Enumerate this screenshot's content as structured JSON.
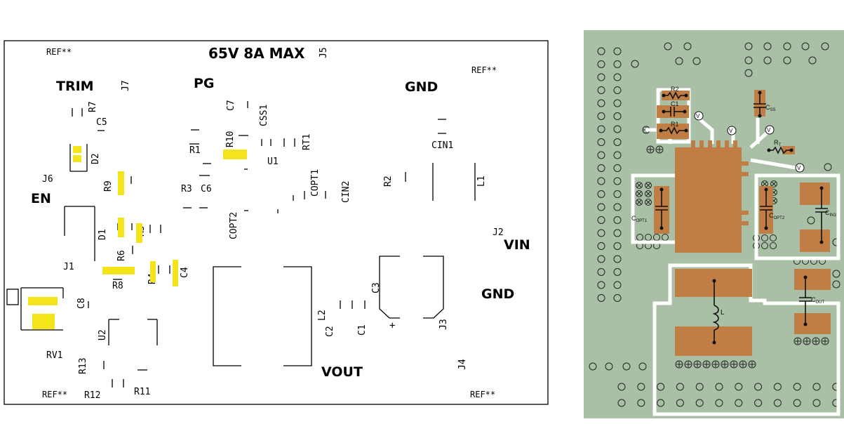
{
  "left_board": {
    "title": "65V 8A MAX",
    "side_labels": {
      "trim": "TRIM",
      "pg": "PG",
      "gnd_top": "GND",
      "en": "EN",
      "vin": "VIN",
      "gnd_right": "GND",
      "vout": "VOUT"
    },
    "refs": {
      "ref_tl": "REF**",
      "ref_tr": "REF**",
      "ref_bl": "REF**",
      "ref_br": "REF**",
      "j5": "J5",
      "j7": "J7",
      "j6": "J6",
      "j1": "J1",
      "j2": "J2",
      "j3": "J3",
      "j4": "J4",
      "r7": "R7",
      "c5": "C5",
      "d2": "D2",
      "r9": "R9",
      "d1": "D1",
      "r5": "R5",
      "r6": "R6",
      "r8": "R8",
      "r4": "R4",
      "c4": "C4",
      "c8": "C8",
      "u2": "U2",
      "rv1": "RV1",
      "r13": "R13",
      "r12": "R12",
      "r11": "R11",
      "c7": "C7",
      "css1": "CSS1",
      "r10": "R10",
      "r1": "R1",
      "rt1": "RT1",
      "u1": "U1",
      "r3": "R3",
      "c6": "C6",
      "copt1": "COPT1",
      "copt2": "COPT2",
      "cin2": "CIN2",
      "r2": "R2",
      "cin1": "CIN1",
      "l1": "L1",
      "l2": "L2",
      "c2": "C2",
      "c1": "C1",
      "c3": "C3",
      "plus": "+"
    }
  },
  "right_board": {
    "labels": {
      "r2": "R2",
      "c1": "C1",
      "r1": "R1",
      "css": "C",
      "css_sub": "SS",
      "rt": "R",
      "rt_sub": "T",
      "copt1": "C",
      "copt1_sub": "OPT1",
      "copt2": "C",
      "copt2_sub": "OPT2",
      "cin": "C",
      "cin_sub": "IN3",
      "cout": "C",
      "cout_sub": "OUT",
      "l": "L",
      "v": "V"
    },
    "colors": {
      "board": "#a9bfa6",
      "copper": "#c07d44",
      "trace": "#ffffff"
    }
  }
}
